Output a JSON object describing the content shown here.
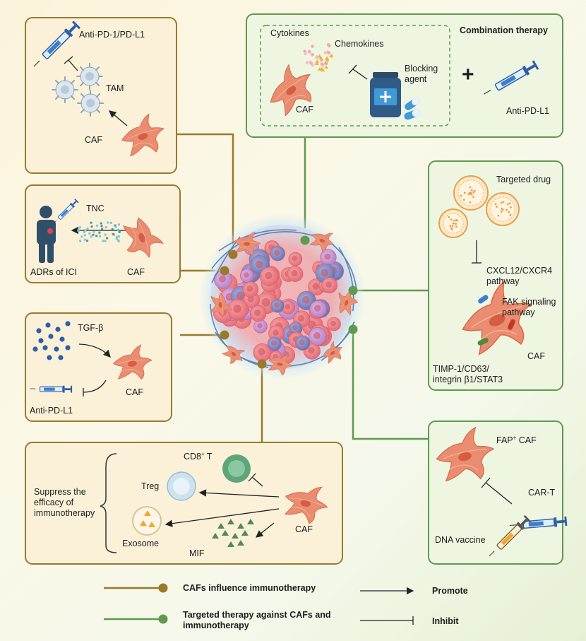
{
  "colors": {
    "brown": "#9a7a2a",
    "green": "#5f9a4d",
    "box_brown_fill": "#fbf1d9",
    "box_green_fill": "#eef6e2",
    "caf": "#e98a6c"
  },
  "panel_a": {
    "drug": "Anti-PD-1/PD-L1",
    "tam": "TAM",
    "caf": "CAF"
  },
  "panel_b": {
    "tnc": "TNC",
    "adrs": "ADRs of ICI",
    "caf": "CAF"
  },
  "panel_c": {
    "tgf": "TGF-β",
    "caf": "CAF",
    "drug": "Anti-PD-L1"
  },
  "panel_d": {
    "suppress": "Suppress the efficacy of immunotherapy",
    "cd8": "CD8",
    "cd8_sup": "+",
    "cd8_suffix": " T",
    "treg": "Treg",
    "exosome": "Exosome",
    "mif": "MIF",
    "caf": "CAF"
  },
  "panel_e": {
    "title": "Combination therapy",
    "cytokines": "Cytokines",
    "chemokines": "Chemokines",
    "blocking": "Blocking agent",
    "caf": "CAF",
    "plus": "+",
    "drug": "Anti-PD-L1"
  },
  "panel_f": {
    "targeted_drug": "Targeted drug",
    "cxcl12": "CXCL12/CXCR4 pathway",
    "fak": "FAK signaling pathway",
    "caf": "CAF",
    "timp": "TIMP-1/CD63/ integrin β1/STAT3"
  },
  "panel_g": {
    "fap": "FAP",
    "fap_sup": "+",
    "fap_suffix": " CAF",
    "cart": "CAR-T",
    "dna": "DNA vaccine"
  },
  "legend": {
    "brown_label": "CAFs influence immunotherapy",
    "green_label": "Targeted therapy against CAFs and immunotherapy",
    "promote": "Promote",
    "inhibit": "Inhibit"
  }
}
